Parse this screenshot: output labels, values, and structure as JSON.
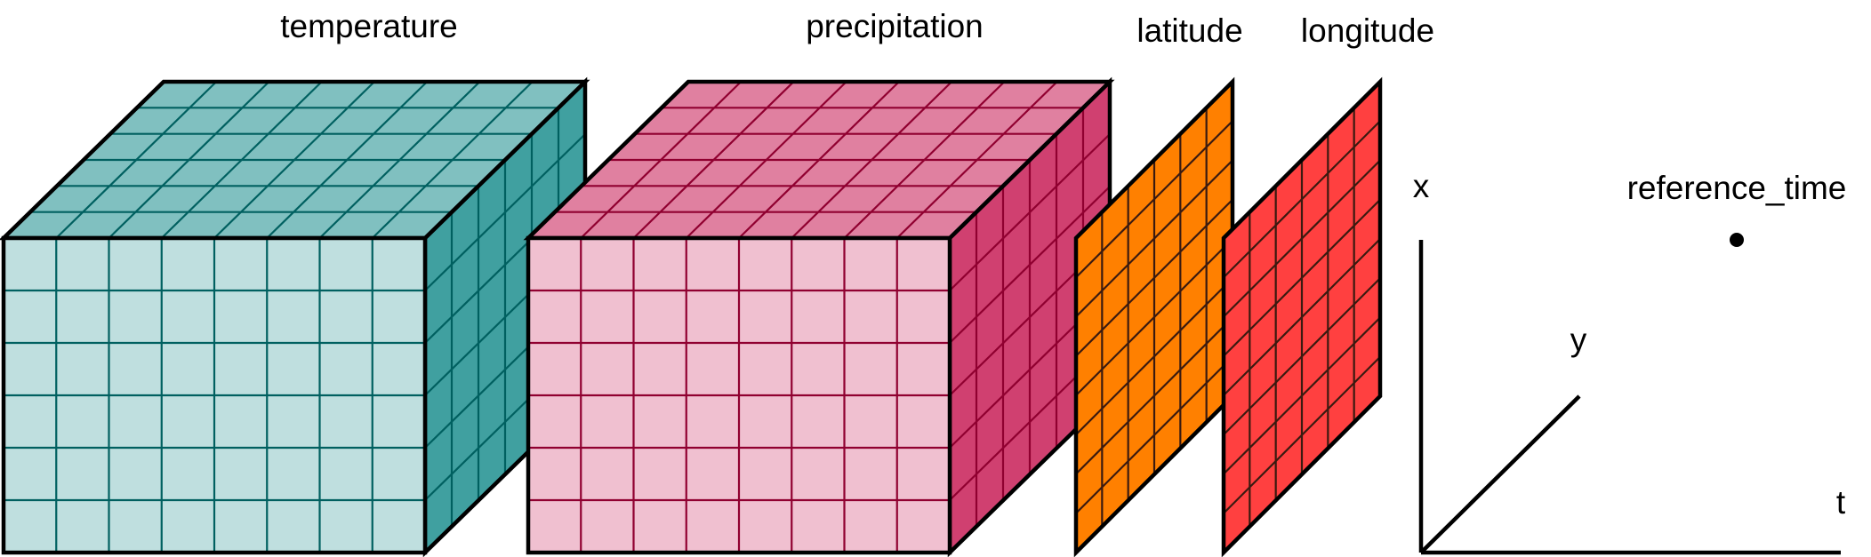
{
  "labels": {
    "temperature": "temperature",
    "precipitation": "precipitation",
    "latitude": "latitude",
    "longitude": "longitude",
    "x_axis": "x",
    "y_axis": "y",
    "t_axis": "t",
    "reference_time": "reference_time"
  },
  "colors": {
    "temperature_front": "#bfdfdf",
    "temperature_top": "#80c0c0",
    "temperature_side": "#40a0a0",
    "temperature_grid": "#006060",
    "precipitation_front": "#f0c0d0",
    "precipitation_top": "#e080a0",
    "precipitation_side": "#d04070",
    "precipitation_grid": "#900030",
    "latitude_fill": "#ff8000",
    "longitude_fill": "#ff4040",
    "plane_grid": "#3a1a10"
  },
  "grid": {
    "cube_front_cols": 8,
    "cube_front_rows": 6,
    "cube_depth_cells": 6,
    "plane_cols": 6,
    "plane_rows": 8
  }
}
